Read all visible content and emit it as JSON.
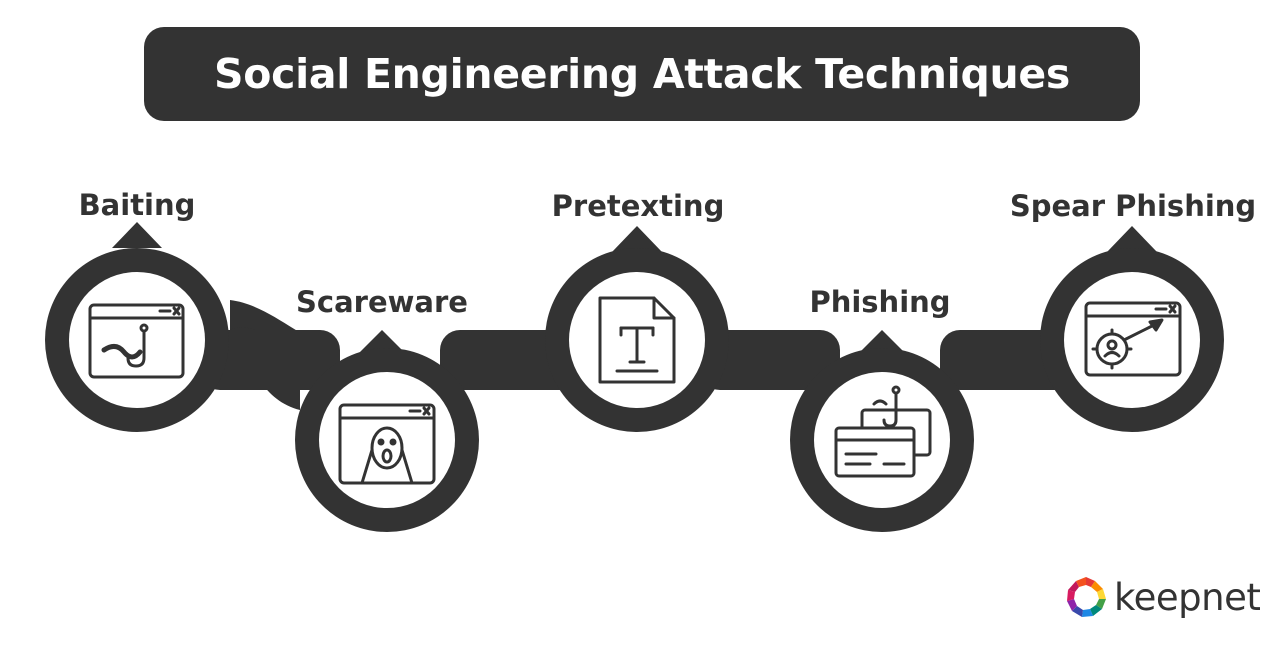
{
  "title": "Social Engineering Attack Techniques",
  "colors": {
    "dark": "#333333",
    "light": "#ffffff"
  },
  "nodes": [
    {
      "label": "Baiting",
      "icon": "bait-hook-icon"
    },
    {
      "label": "Scareware",
      "icon": "scream-face-icon"
    },
    {
      "label": "Pretexting",
      "icon": "text-document-icon"
    },
    {
      "label": "Phishing",
      "icon": "phishing-cards-icon"
    },
    {
      "label": "Spear Phishing",
      "icon": "spear-target-icon"
    }
  ],
  "brand": {
    "name": "keepnet",
    "logo_icon": "keepnet-logo-icon"
  }
}
